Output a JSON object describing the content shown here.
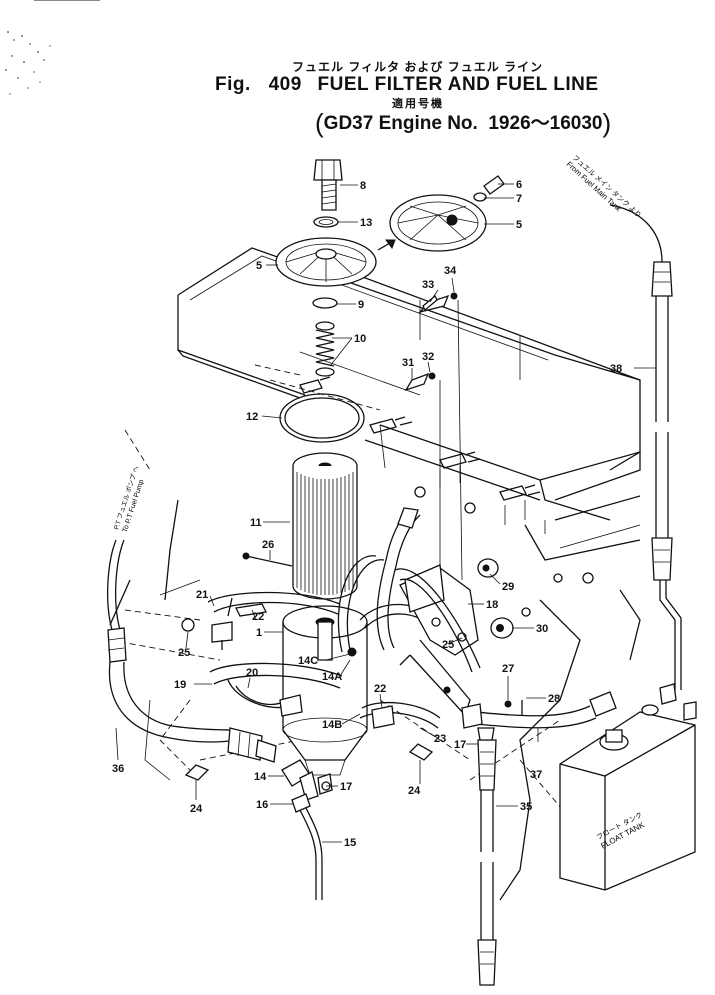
{
  "header": {
    "jp_title": "フュエル フィルタ および フュエル ライン",
    "fig_prefix": "Fig.",
    "fig_number": "409",
    "title": "FUEL FILTER AND FUEL LINE",
    "jp_applicability": "適用号機",
    "applicability": "GD37 Engine No.  1926～16030"
  },
  "side_labels": {
    "from_tank_jp": "フュエル メイン タンク より",
    "from_tank_en": "From Fuel Main Tank",
    "to_pump_jp": "P.T フュエル ポンプ へ",
    "to_pump_en": "To P.T Fuel Pump",
    "float_tank_jp": "フロート タンク",
    "float_tank_en": "FLOAT TANK"
  },
  "callouts": [
    "8",
    "13",
    "5",
    "9",
    "10",
    "12",
    "11",
    "26",
    "21",
    "22",
    "25",
    "1",
    "19",
    "20",
    "14C",
    "14A",
    "14B",
    "22",
    "23",
    "24",
    "14",
    "17",
    "16",
    "15",
    "36",
    "6",
    "7",
    "5",
    "33",
    "34",
    "31",
    "32",
    "18",
    "29",
    "25",
    "30",
    "27",
    "28",
    "17",
    "35",
    "37",
    "38",
    "24"
  ],
  "colors": {
    "ink": "#111111",
    "paper": "#ffffff"
  }
}
